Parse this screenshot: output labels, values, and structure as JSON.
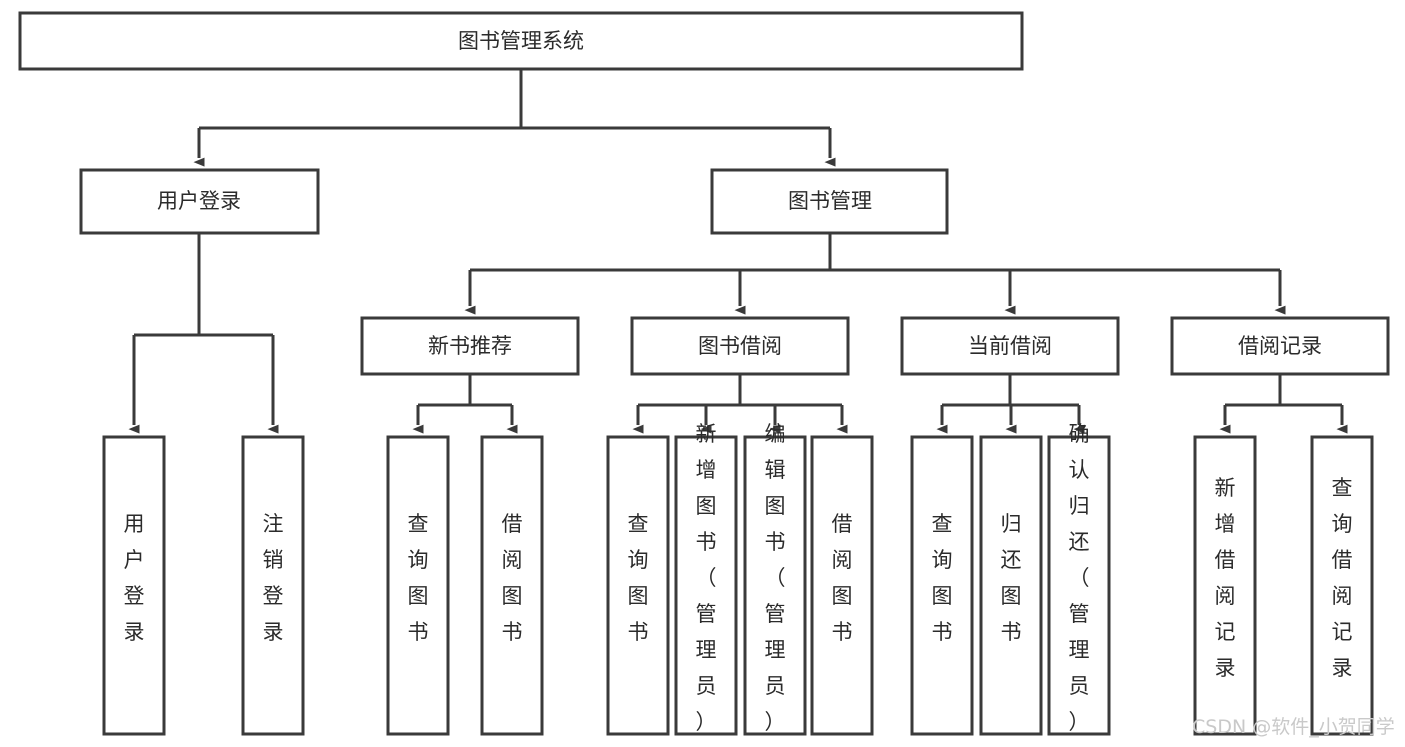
{
  "diagram": {
    "type": "tree-hierarchy-chart",
    "title": "图书管理系统",
    "colors": {
      "background": "#ffffff",
      "box_stroke": "#3a3a3a",
      "box_fill": "#ffffff",
      "text": "#2b2b2b",
      "watermark": "#c9c9c9"
    },
    "root": {
      "label": "图书管理系统"
    },
    "level2": [
      {
        "label": "用户登录"
      },
      {
        "label": "图书管理"
      }
    ],
    "level3": [
      {
        "label": "新书推荐"
      },
      {
        "label": "图书借阅"
      },
      {
        "label": "当前借阅"
      },
      {
        "label": "借阅记录"
      }
    ],
    "leaves": {
      "user_login": [
        {
          "label": "用户登录",
          "chars": [
            "用",
            "户",
            "登",
            "录"
          ]
        },
        {
          "label": "注销登录",
          "chars": [
            "注",
            "销",
            "登",
            "录"
          ]
        }
      ],
      "new_book_recommend": [
        {
          "label": "查询图书",
          "chars": [
            "查",
            "询",
            "图",
            "书"
          ]
        },
        {
          "label": "借阅图书",
          "chars": [
            "借",
            "阅",
            "图",
            "书"
          ]
        }
      ],
      "book_borrow": [
        {
          "label": "查询图书",
          "chars": [
            "查",
            "询",
            "图",
            "书"
          ]
        },
        {
          "label": "新增图书（管理员）",
          "chars": [
            "新",
            "增",
            "图",
            "书",
            "（",
            "管",
            "理",
            "员",
            "）"
          ]
        },
        {
          "label": "编辑图书（管理员）",
          "chars": [
            "编",
            "辑",
            "图",
            "书",
            "（",
            "管",
            "理",
            "员",
            "）"
          ]
        },
        {
          "label": "借阅图书",
          "chars": [
            "借",
            "阅",
            "图",
            "书"
          ]
        }
      ],
      "current_borrow": [
        {
          "label": "查询图书",
          "chars": [
            "查",
            "询",
            "图",
            "书"
          ]
        },
        {
          "label": "归还图书",
          "chars": [
            "归",
            "还",
            "图",
            "书"
          ]
        },
        {
          "label": "确认归还（管理员）",
          "chars": [
            "确",
            "认",
            "归",
            "还",
            "（",
            "管",
            "理",
            "员",
            "）"
          ]
        }
      ],
      "borrow_record": [
        {
          "label": "新增借阅记录",
          "chars": [
            "新",
            "增",
            "借",
            "阅",
            "记",
            "录"
          ]
        },
        {
          "label": "查询借阅记录",
          "chars": [
            "查",
            "询",
            "借",
            "阅",
            "记",
            "录"
          ]
        }
      ]
    },
    "watermark": "CSDN @软件_小贺同学"
  }
}
